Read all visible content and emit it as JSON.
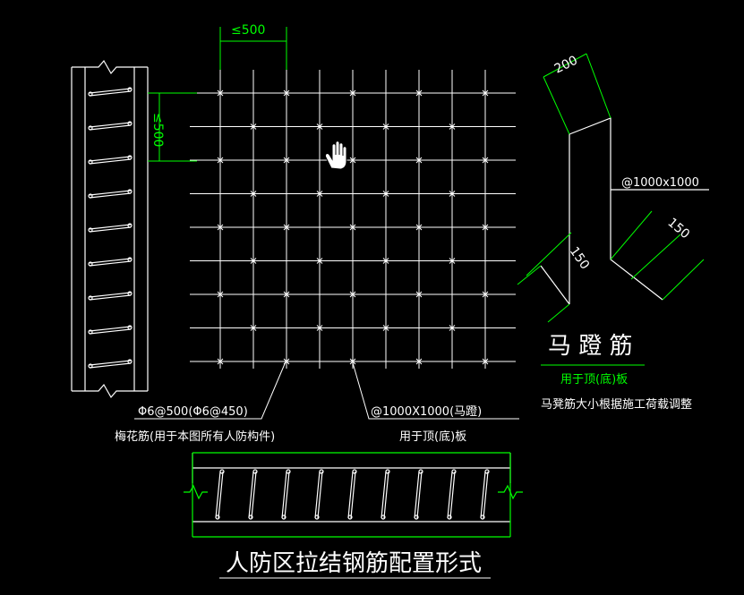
{
  "colors": {
    "background": "#000000",
    "line": "#ffffff",
    "dimension": "#00ff00"
  },
  "labels": {
    "top_spacing": "≤500",
    "left_spacing": "≤500",
    "leader1_spec": "Φ6@500(Φ6@450)",
    "leader1_desc": "梅花筋(用于本图所有人防构件)",
    "leader2_spec": "@1000X1000(马蹬)",
    "leader2_desc": "用于顶(底)板",
    "stool_dim_top": "200",
    "stool_spacing": "@1000x1000",
    "stool_dim_left": "150",
    "stool_dim_right": "150",
    "stool_title": "马 蹬 筋",
    "stool_use": "用于顶(底)板",
    "stool_note": "马凳筋大小根据施工荷载调整",
    "drawing_title": "人防区拉结钢筋配置形式"
  },
  "cursor_icon": "hand-cursor-icon"
}
